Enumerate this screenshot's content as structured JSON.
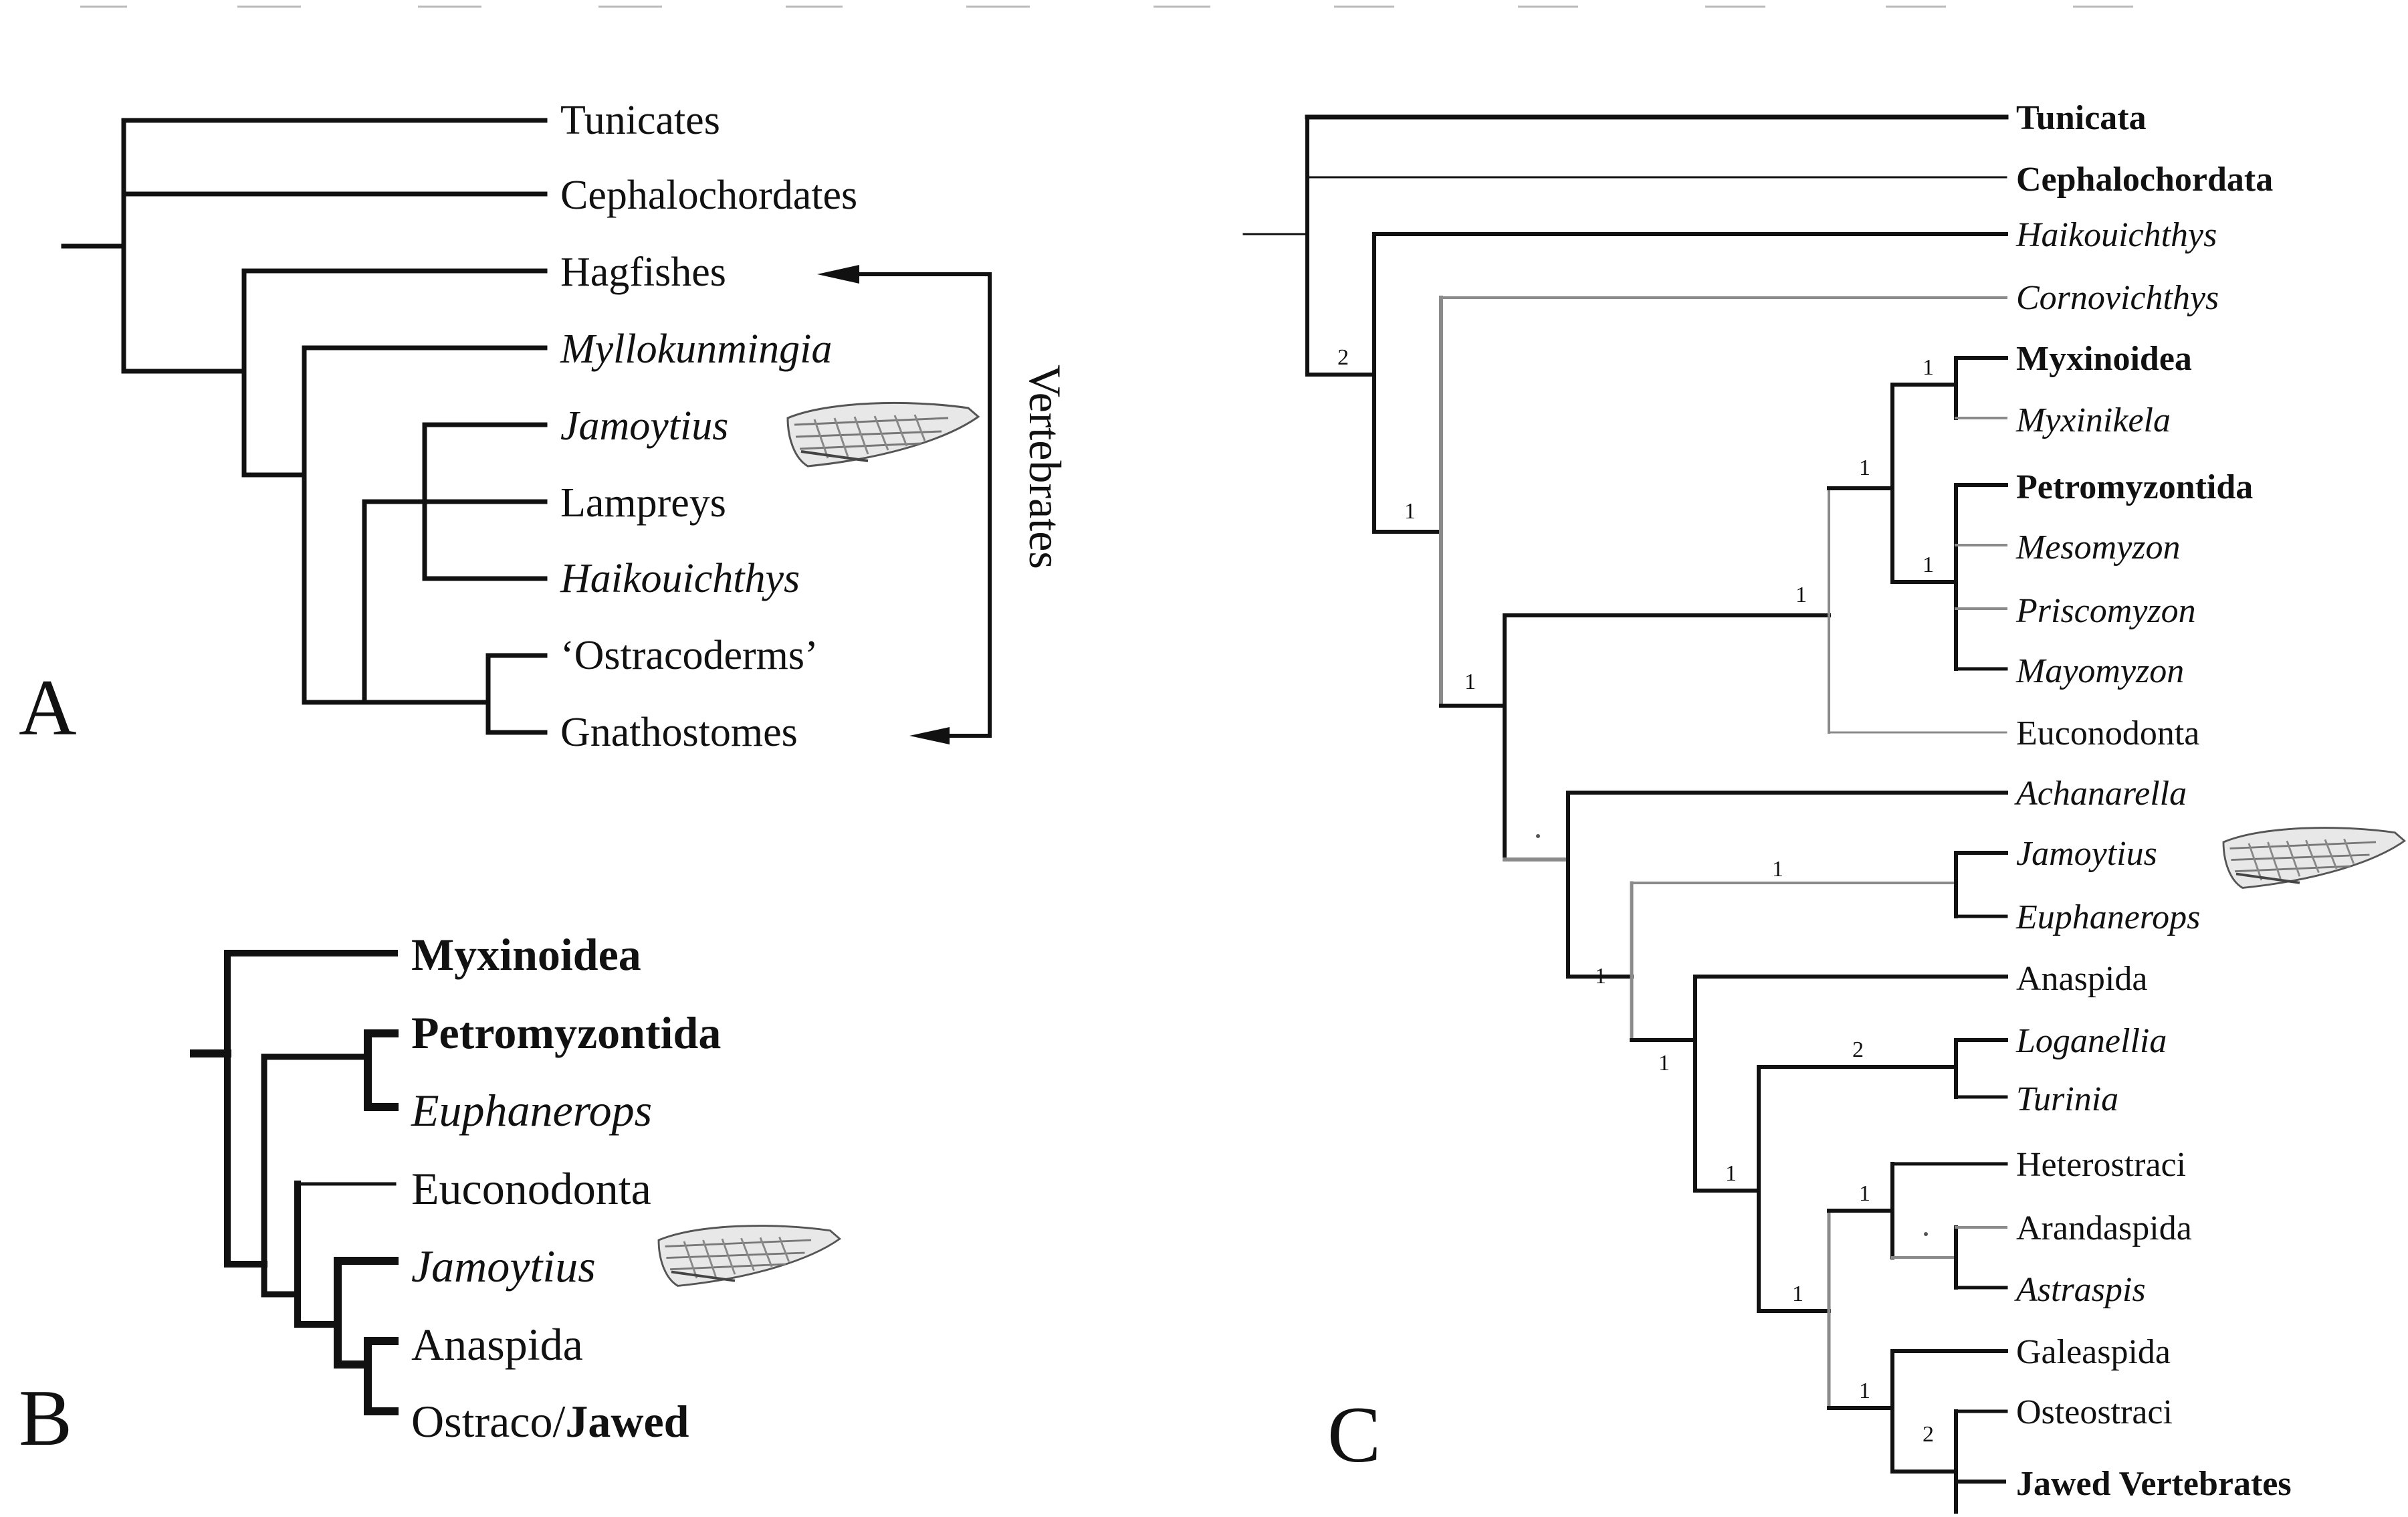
{
  "panel_a": {
    "letter": "A",
    "vertebrates_label": "Vertebrates",
    "taxa": [
      "Tunicates",
      "Cephalochordates",
      "Hagfishes",
      "Myllokunmingia",
      "Jamoytius",
      "Lampreys",
      "Haikouichthys",
      "‘Ostracoderms’",
      "Gnathostomes"
    ]
  },
  "panel_b": {
    "letter": "B",
    "taxa": [
      "Myxinoidea",
      "Petromyzontida",
      "Euphanerops",
      "Euconodonta",
      "Jamoytius",
      "Anaspida"
    ],
    "last_taxon_prefix": "Ostraco/",
    "last_taxon_bold": "Jawed"
  },
  "panel_c": {
    "letter": "C",
    "taxa": [
      "Tunicata",
      "Cephalochordata",
      "Haikouichthys",
      "Cornovichthys",
      "Myxinoidea",
      "Myxinikela",
      "Petromyzontida",
      "Mesomyzon",
      "Priscomyzon",
      "Mayomyzon",
      "Euconodonta",
      "Achanarella",
      "Jamoytius",
      "Euphanerops",
      "Anaspida",
      "Loganellia",
      "Turinia",
      "Heterostraci",
      "Arandaspida",
      "Astraspis",
      "Galeaspida",
      "Osteostraci",
      "Jawed Vertebrates"
    ],
    "support_values": [
      "2",
      "1",
      "1",
      "1",
      "1",
      "1",
      "1",
      "1",
      "1",
      "1",
      "1",
      "2",
      "1",
      "1",
      "1",
      "2"
    ]
  },
  "colors": {
    "ink": "#111111",
    "grey": "#8a8a8a",
    "background": "#ffffff"
  },
  "icons": [
    "jamoytius-fossil-sketch"
  ]
}
